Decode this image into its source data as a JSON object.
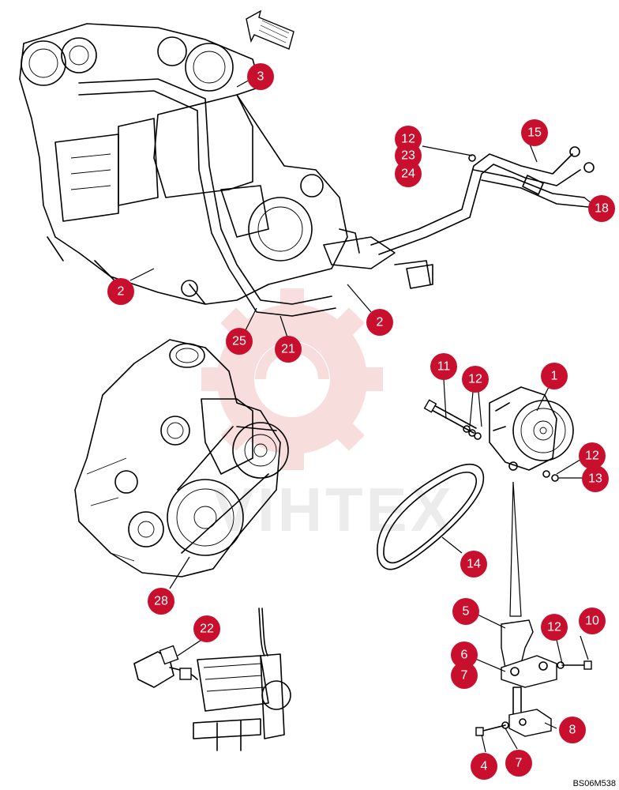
{
  "diagram": {
    "document_code": "BS06M538",
    "watermark_text": "VIHTEX",
    "callouts": [
      {
        "id": "c3",
        "label": "3"
      },
      {
        "id": "c12a",
        "label": "12"
      },
      {
        "id": "c23",
        "label": "23"
      },
      {
        "id": "c24",
        "label": "24"
      },
      {
        "id": "c15",
        "label": "15"
      },
      {
        "id": "c18",
        "label": "18"
      },
      {
        "id": "c2a",
        "label": "2"
      },
      {
        "id": "c2b",
        "label": "2"
      },
      {
        "id": "c25",
        "label": "25"
      },
      {
        "id": "c21",
        "label": "21"
      },
      {
        "id": "c11",
        "label": "11"
      },
      {
        "id": "c12b",
        "label": "12"
      },
      {
        "id": "c1",
        "label": "1"
      },
      {
        "id": "c12c",
        "label": "12"
      },
      {
        "id": "c13",
        "label": "13"
      },
      {
        "id": "c14",
        "label": "14"
      },
      {
        "id": "c28",
        "label": "28"
      },
      {
        "id": "c22",
        "label": "22"
      },
      {
        "id": "c5",
        "label": "5"
      },
      {
        "id": "c12d",
        "label": "12"
      },
      {
        "id": "c10",
        "label": "10"
      },
      {
        "id": "c6",
        "label": "6"
      },
      {
        "id": "c7a",
        "label": "7"
      },
      {
        "id": "c8",
        "label": "8"
      },
      {
        "id": "c4",
        "label": "4"
      },
      {
        "id": "c7b",
        "label": "7"
      }
    ]
  }
}
